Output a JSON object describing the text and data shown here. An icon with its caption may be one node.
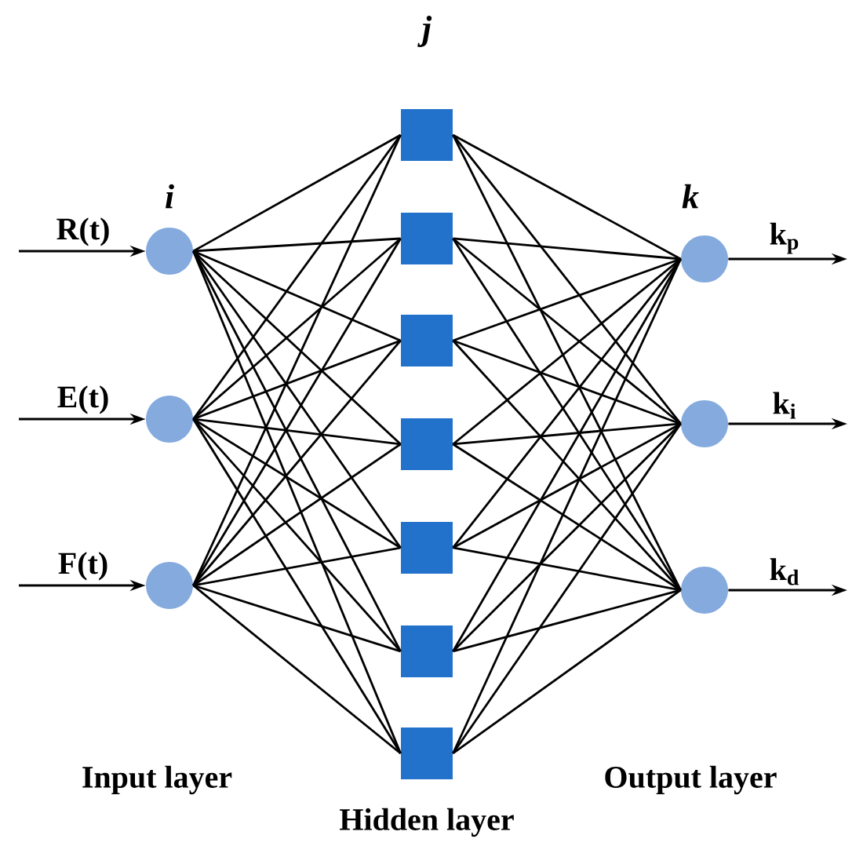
{
  "diagram": {
    "nodes": [
      {
        "text": [],
        "shape": "circle"
      },
      {
        "text": [],
        "shape": "circle"
      },
      {
        "text": [],
        "shape": "circle"
      },
      {
        "text": [],
        "shape": "box"
      },
      {
        "text": [],
        "shape": "box"
      },
      {
        "text": [],
        "shape": "box"
      },
      {
        "text": [],
        "shape": "box"
      },
      {
        "text": [],
        "shape": "box"
      },
      {
        "text": [],
        "shape": "box"
      },
      {
        "text": [],
        "shape": "box"
      },
      {
        "text": [],
        "shape": "circle"
      },
      {
        "text": [],
        "shape": "circle"
      },
      {
        "text": [],
        "shape": "circle"
      }
    ],
    "edges": [
      {
        "from": 0,
        "to": 3,
        "arrow": "none"
      },
      {
        "from": 0,
        "to": 4,
        "arrow": "none"
      },
      {
        "from": 0,
        "to": 5,
        "arrow": "none"
      },
      {
        "from": 0,
        "to": 6,
        "arrow": "none"
      },
      {
        "from": 0,
        "to": 7,
        "arrow": "none"
      },
      {
        "from": 0,
        "to": 8,
        "arrow": "none"
      },
      {
        "from": 0,
        "to": 9,
        "arrow": "none"
      },
      {
        "from": 1,
        "to": 3,
        "arrow": "none"
      },
      {
        "from": 1,
        "to": 4,
        "arrow": "none"
      },
      {
        "from": 1,
        "to": 5,
        "arrow": "none"
      },
      {
        "from": 1,
        "to": 6,
        "arrow": "none"
      },
      {
        "from": 1,
        "to": 7,
        "arrow": "none"
      },
      {
        "from": 1,
        "to": 8,
        "arrow": "none"
      },
      {
        "from": 1,
        "to": 9,
        "arrow": "none"
      },
      {
        "from": 2,
        "to": 3,
        "arrow": "none"
      },
      {
        "from": 2,
        "to": 4,
        "arrow": "none"
      },
      {
        "from": 2,
        "to": 5,
        "arrow": "none"
      },
      {
        "from": 2,
        "to": 6,
        "arrow": "none"
      },
      {
        "from": 2,
        "to": 7,
        "arrow": "none"
      },
      {
        "from": 2,
        "to": 8,
        "arrow": "none"
      },
      {
        "from": 2,
        "to": 9,
        "arrow": "none"
      },
      {
        "from": 3,
        "to": 10,
        "arrow": "none"
      },
      {
        "from": 3,
        "to": 11,
        "arrow": "none"
      },
      {
        "from": 3,
        "to": 12,
        "arrow": "none"
      },
      {
        "from": 4,
        "to": 10,
        "arrow": "none"
      },
      {
        "from": 4,
        "to": 11,
        "arrow": "none"
      },
      {
        "from": 4,
        "to": 12,
        "arrow": "none"
      },
      {
        "from": 5,
        "to": 10,
        "arrow": "none"
      },
      {
        "from": 5,
        "to": 11,
        "arrow": "none"
      },
      {
        "from": 5,
        "to": 12,
        "arrow": "none"
      },
      {
        "from": 6,
        "to": 10,
        "arrow": "none"
      },
      {
        "from": 6,
        "to": 11,
        "arrow": "none"
      },
      {
        "from": 6,
        "to": 12,
        "arrow": "none"
      },
      {
        "from": 7,
        "to": 10,
        "arrow": "none"
      },
      {
        "from": 7,
        "to": 11,
        "arrow": "none"
      },
      {
        "from": 7,
        "to": 12,
        "arrow": "none"
      },
      {
        "from": 8,
        "to": 10,
        "arrow": "none"
      },
      {
        "from": 8,
        "to": 11,
        "arrow": "none"
      },
      {
        "from": 8,
        "to": 12,
        "arrow": "none"
      },
      {
        "from": 9,
        "to": 10,
        "arrow": "none"
      },
      {
        "from": 9,
        "to": 11,
        "arrow": "none"
      },
      {
        "from": 9,
        "to": 12,
        "arrow": "none"
      },
      {
        "from": null,
        "to": 0,
        "arrow": "to",
        "label": "R(t)"
      },
      {
        "from": null,
        "to": 1,
        "arrow": "to",
        "label": "E(t)"
      },
      {
        "from": null,
        "to": 2,
        "arrow": "to",
        "label": "F(t)"
      },
      {
        "from": 10,
        "to": null,
        "arrow": "to",
        "label": "k$_{p}$"
      },
      {
        "from": 11,
        "to": null,
        "arrow": "to",
        "label": "k$_{i}$"
      },
      {
        "from": 12,
        "to": null,
        "arrow": "to",
        "label": "k$_{d}$"
      }
    ],
    "labels": [
      "j",
      "i",
      "k",
      "Input layer",
      "Output layer",
      "Hidden layer"
    ]
  }
}
